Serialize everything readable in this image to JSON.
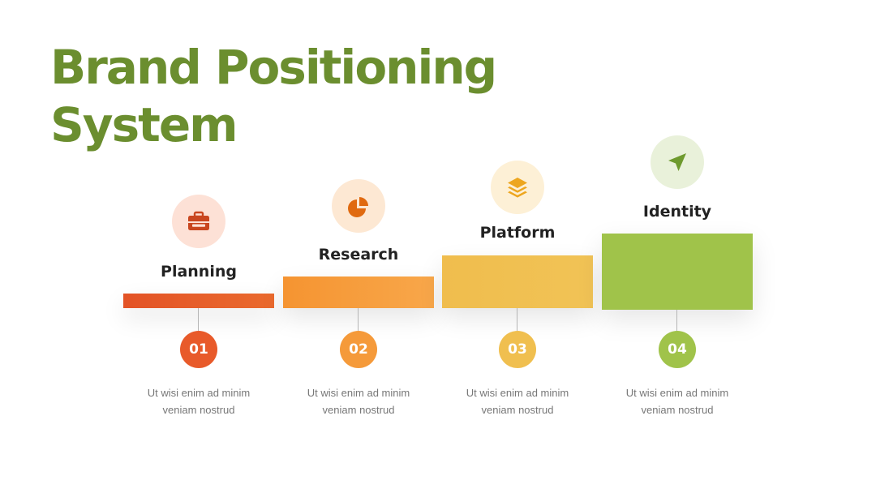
{
  "title": {
    "line1": "Brand Positioning",
    "line2": "System"
  },
  "colors": {
    "title": "#6b8e2f",
    "planning": "#e85a2a",
    "research": "#f59a3a",
    "platform": "#f0bf4f",
    "identity": "#a0c34a"
  },
  "steps": [
    {
      "label": "Planning",
      "number": "01",
      "icon": "briefcase-icon",
      "desc_line1": "Ut wisi enim ad minim",
      "desc_line2": "veniam nostrud"
    },
    {
      "label": "Research",
      "number": "02",
      "icon": "pie-chart-icon",
      "desc_line1": "Ut wisi enim ad minim",
      "desc_line2": "veniam nostrud"
    },
    {
      "label": "Platform",
      "number": "03",
      "icon": "layers-icon",
      "desc_line1": "Ut wisi enim ad minim",
      "desc_line2": "veniam nostrud"
    },
    {
      "label": "Identity",
      "number": "04",
      "icon": "send-icon",
      "desc_line1": "Ut wisi enim ad minim",
      "desc_line2": "veniam nostrud"
    }
  ]
}
